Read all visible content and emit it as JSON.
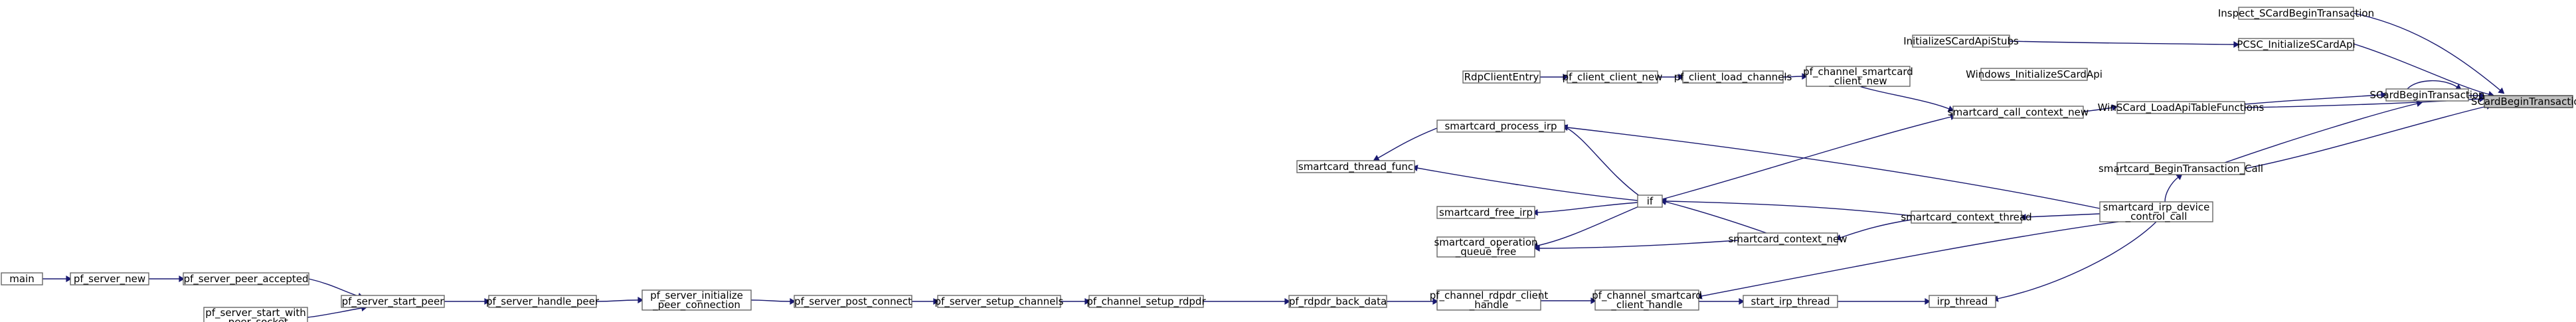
{
  "graph": {
    "title": "",
    "nodes": [
      {
        "id": "n_root",
        "label": "SCardBeginTransaction",
        "root": true
      },
      {
        "id": "n_inspect",
        "label": "Inspect_SCardBeginTransaction"
      },
      {
        "id": "n_pcsc",
        "label": "PCSC_InitializeSCardApi"
      },
      {
        "id": "n_sbt",
        "label": "SCardBeginTransaction"
      },
      {
        "id": "n_init_stubs",
        "label": "InitializeSCardApiStubs"
      },
      {
        "id": "n_win_init",
        "label": "Windows_InitializeSCardApi"
      },
      {
        "id": "n_winscard",
        "label": "WinSCard_LoadApiTableFunctions"
      },
      {
        "id": "n_sc_btc",
        "label": "smartcard_BeginTransaction_Call"
      },
      {
        "id": "n_rdp_entry",
        "label": "RdpClientEntry"
      },
      {
        "id": "n_client_new",
        "label": "pf_client_client_new"
      },
      {
        "id": "n_load_ch",
        "label": "pf_client_load_channels"
      },
      {
        "id": "n_ch_sc_new",
        "label": [
          "pf_channel_smartcard",
          "_client_new"
        ]
      },
      {
        "id": "n_call_ctx",
        "label": "smartcard_call_context_new"
      },
      {
        "id": "n_proc_irp",
        "label": "smartcard_process_irp"
      },
      {
        "id": "n_thread_func",
        "label": "smartcard_thread_func"
      },
      {
        "id": "n_if",
        "label": "if"
      },
      {
        "id": "n_free_irp",
        "label": "smartcard_free_irp"
      },
      {
        "id": "n_op_queue",
        "label": [
          "smartcard_operation",
          "_queue_free"
        ]
      },
      {
        "id": "n_ctx_new",
        "label": "smartcard_context_new"
      },
      {
        "id": "n_ctx_thread",
        "label": "smartcard_context_thread"
      },
      {
        "id": "n_irp_dev",
        "label": [
          "smartcard_irp_device",
          "_control_call"
        ]
      },
      {
        "id": "n_main",
        "label": "main"
      },
      {
        "id": "n_srv_new",
        "label": "pf_server_new"
      },
      {
        "id": "n_peer_acc",
        "label": "pf_server_peer_accepted"
      },
      {
        "id": "n_start_peer",
        "label": "pf_server_start_peer"
      },
      {
        "id": "n_start_with",
        "label": [
          "pf_server_start_with",
          "_peer_socket"
        ]
      },
      {
        "id": "n_handle_peer",
        "label": "pf_server_handle_peer"
      },
      {
        "id": "n_init_peer",
        "label": [
          "pf_server_initialize",
          "_peer_connection"
        ]
      },
      {
        "id": "n_post_conn",
        "label": "pf_server_post_connect"
      },
      {
        "id": "n_setup_ch",
        "label": "pf_server_setup_channels"
      },
      {
        "id": "n_setup_rdpdr",
        "label": "pf_channel_setup_rdpdr"
      },
      {
        "id": "n_rdpdr_back",
        "label": "pf_rdpdr_back_data"
      },
      {
        "id": "n_rdpdr_handle",
        "label": [
          "pf_channel_rdpdr_client",
          "_handle"
        ]
      },
      {
        "id": "n_sc_handle",
        "label": [
          "pf_channel_smartcard",
          "_client_handle"
        ]
      },
      {
        "id": "n_start_irp",
        "label": "start_irp_thread"
      },
      {
        "id": "n_irp_thread",
        "label": "irp_thread"
      }
    ],
    "edges": [
      {
        "from": "n_inspect",
        "to": "n_root"
      },
      {
        "from": "n_pcsc",
        "to": "n_root"
      },
      {
        "from": "n_sbt",
        "to": "n_root"
      },
      {
        "from": "n_winscard",
        "to": "n_root"
      },
      {
        "from": "n_sc_btc",
        "to": "n_root"
      },
      {
        "from": "n_sbt",
        "to": "n_sbt"
      },
      {
        "from": "n_init_stubs",
        "to": "n_pcsc"
      },
      {
        "from": "n_winscard",
        "to": "n_sbt"
      },
      {
        "from": "n_sc_btc",
        "to": "n_sbt"
      },
      {
        "from": "n_call_ctx",
        "to": "n_winscard"
      },
      {
        "from": "n_irp_dev",
        "to": "n_sc_btc"
      },
      {
        "from": "n_rdp_entry",
        "to": "n_client_new"
      },
      {
        "from": "n_client_new",
        "to": "n_load_ch"
      },
      {
        "from": "n_load_ch",
        "to": "n_ch_sc_new"
      },
      {
        "from": "n_ch_sc_new",
        "to": "n_call_ctx"
      },
      {
        "from": "n_if",
        "to": "n_call_ctx"
      },
      {
        "from": "n_if",
        "to": "n_proc_irp"
      },
      {
        "from": "n_if",
        "to": "n_thread_func"
      },
      {
        "from": "n_if",
        "to": "n_free_irp"
      },
      {
        "from": "n_if",
        "to": "n_op_queue"
      },
      {
        "from": "n_proc_irp",
        "to": "n_thread_func"
      },
      {
        "from": "n_ctx_new",
        "to": "n_if"
      },
      {
        "from": "n_ctx_thread",
        "to": "n_ctx_new"
      },
      {
        "from": "n_ctx_new",
        "to": "n_op_queue"
      },
      {
        "from": "n_ctx_thread",
        "to": "n_if"
      },
      {
        "from": "n_irp_dev",
        "to": "n_ctx_thread"
      },
      {
        "from": "n_irp_dev",
        "to": "n_proc_irp"
      },
      {
        "from": "n_irp_dev",
        "to": "n_sc_handle"
      },
      {
        "from": "n_irp_dev",
        "to": "n_irp_thread"
      },
      {
        "from": "n_main",
        "to": "n_srv_new"
      },
      {
        "from": "n_srv_new",
        "to": "n_peer_acc"
      },
      {
        "from": "n_peer_acc",
        "to": "n_start_peer"
      },
      {
        "from": "n_start_with",
        "to": "n_start_peer"
      },
      {
        "from": "n_start_peer",
        "to": "n_handle_peer"
      },
      {
        "from": "n_handle_peer",
        "to": "n_init_peer"
      },
      {
        "from": "n_init_peer",
        "to": "n_post_conn"
      },
      {
        "from": "n_post_conn",
        "to": "n_setup_ch"
      },
      {
        "from": "n_setup_ch",
        "to": "n_setup_rdpdr"
      },
      {
        "from": "n_setup_rdpdr",
        "to": "n_rdpdr_back"
      },
      {
        "from": "n_rdpdr_back",
        "to": "n_rdpdr_handle"
      },
      {
        "from": "n_rdpdr_handle",
        "to": "n_sc_handle"
      },
      {
        "from": "n_sc_handle",
        "to": "n_start_irp"
      },
      {
        "from": "n_start_irp",
        "to": "n_irp_thread"
      }
    ]
  }
}
